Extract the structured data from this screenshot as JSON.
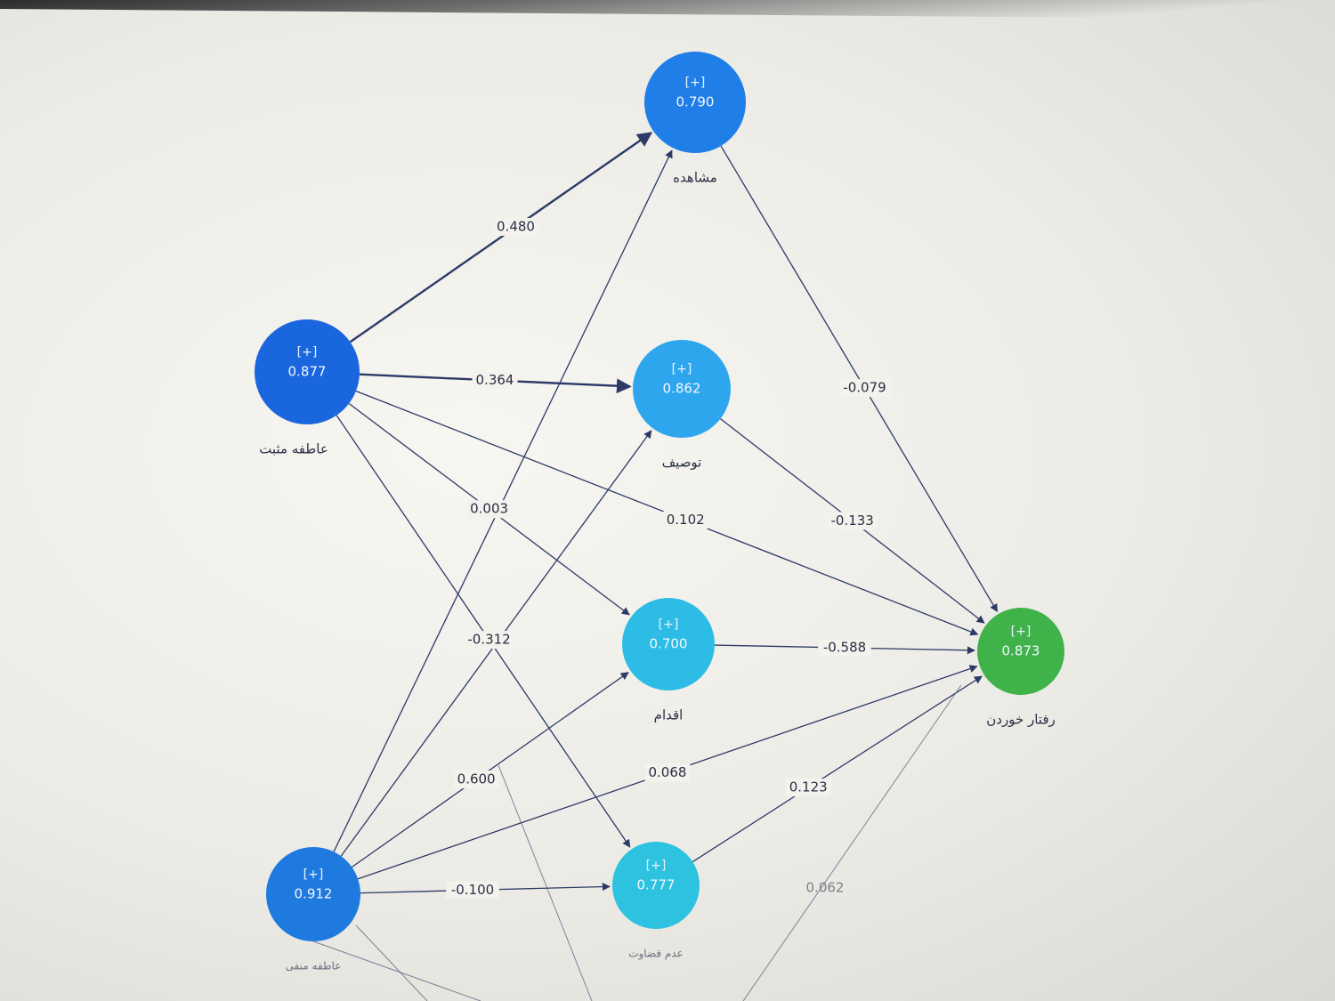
{
  "colors": {
    "exogenous": "#1c6fe0",
    "mediator_dark": "#2aa0ec",
    "mediator_light": "#2ec0e6",
    "outcome": "#3fb24a",
    "edge": "#2d3a66"
  },
  "nodes": [
    {
      "id": "attraction",
      "name": "مشاهده",
      "toggle": "[+]",
      "value": "0.790",
      "color": "#1f7ee8"
    },
    {
      "id": "affect",
      "name": "عاطفه مثبت",
      "toggle": "[+]",
      "value": "0.877",
      "color": "#1a66de"
    },
    {
      "id": "desc",
      "name": "توصیف",
      "toggle": "[+]",
      "value": "0.862",
      "color": "#2ea6ee"
    },
    {
      "id": "act",
      "name": "اقدام",
      "toggle": "[+]",
      "value": "0.700",
      "color": "#2cbce6"
    },
    {
      "id": "outcome",
      "name": "رفتار خوردن",
      "toggle": "[+]",
      "value": "0.873",
      "color": "#3fb24a"
    },
    {
      "id": "neg",
      "name": "عاطفه منفی",
      "toggle": "[+]",
      "value": "0.912",
      "color": "#1f7ae0"
    },
    {
      "id": "nonjudge",
      "name": "عدم قضاوت",
      "toggle": "[+]",
      "value": "0.777",
      "color": "#2cc2e0"
    }
  ],
  "edges": [
    {
      "from": "affect",
      "to": "attraction",
      "label": "0.480"
    },
    {
      "from": "affect",
      "to": "desc",
      "label": "0.364"
    },
    {
      "from": "affect",
      "to": "act",
      "label": "0.003"
    },
    {
      "from": "affect",
      "to": "outcome",
      "label": "0.102"
    },
    {
      "from": "affect",
      "to": "nonjudge",
      "label": "-0.312"
    },
    {
      "from": "attraction",
      "to": "outcome",
      "label": "-0.079"
    },
    {
      "from": "desc",
      "to": "outcome",
      "label": "-0.133"
    },
    {
      "from": "act",
      "to": "outcome",
      "label": "-0.588"
    },
    {
      "from": "neg",
      "to": "attraction",
      "label": ""
    },
    {
      "from": "neg",
      "to": "desc",
      "label": ""
    },
    {
      "from": "neg",
      "to": "act",
      "label": "0.600"
    },
    {
      "from": "neg",
      "to": "outcome",
      "label": "0.068"
    },
    {
      "from": "neg",
      "to": "nonjudge",
      "label": "-0.100"
    },
    {
      "from": "nonjudge",
      "to": "outcome",
      "label": "0.123"
    }
  ],
  "faint_label": "0.062"
}
